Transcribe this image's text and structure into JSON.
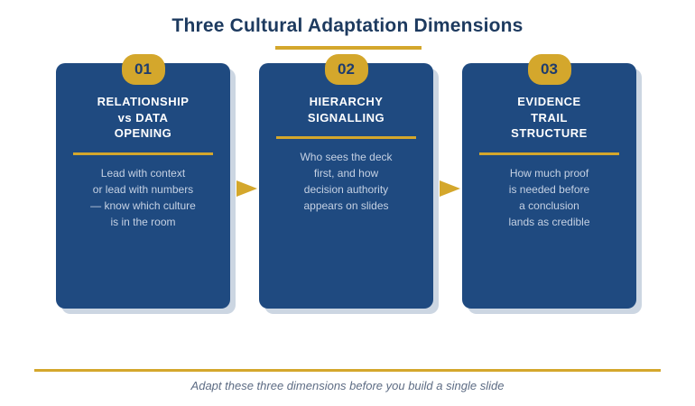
{
  "title": "Three Cultural Adaptation Dimensions",
  "cards": [
    {
      "number": "01",
      "title": "RELATIONSHIP\nvs DATA\nOPENING",
      "body": "Lead with context\nor lead with numbers\n— know which culture\nis in the room"
    },
    {
      "number": "02",
      "title": "HIERARCHY\nSIGNALLING",
      "body": "Who sees the deck\nfirst, and how\ndecision authority\nappears on slides"
    },
    {
      "number": "03",
      "title": "EVIDENCE\nTRAIL\nSTRUCTURE",
      "body": "How much proof\nis needed before\na conclusion\nlands as credible"
    }
  ],
  "footer": {
    "caption": "Adapt these three dimensions before you build a single slide"
  },
  "icons": {
    "arrow": "right-triangle"
  },
  "colors": {
    "card_navy": "#1f4a80",
    "accent_gold": "#d4a72c",
    "title_navy": "#1d3a5f",
    "badge_text_navy": "#1e3c6e",
    "card_body_text": "#c5d1e3",
    "caption_gray": "#5d6c84",
    "card_shadow": "#ccd6e2",
    "background": "#ffffff"
  }
}
